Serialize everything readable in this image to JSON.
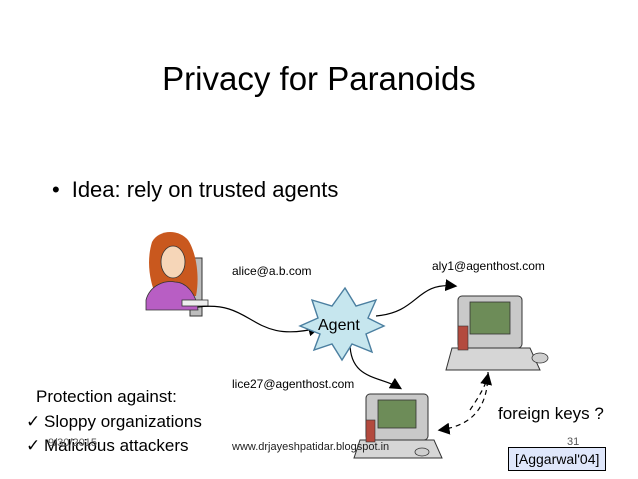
{
  "slide": {
    "title": "Privacy for Paranoids",
    "bullet": "Idea: rely on trusted agents",
    "bullet_marker": "•"
  },
  "diagram": {
    "agent": "Agent",
    "alice_email": "alice@a.b.com",
    "agent_email_top": "aly1@agenthost.com",
    "agent_email_bottom": "lice27@agenthost.com",
    "foreign_keys": "foreign keys ?"
  },
  "protection": {
    "heading": "Protection against:",
    "check_mark": "✓",
    "items": [
      "Sloppy organizations",
      "Malicious attackers"
    ]
  },
  "footer": {
    "date": "9/30/2015",
    "url": "www.drjayeshpatidar.blogspot.in",
    "page": "31"
  },
  "citation": "[Aggarwal'04]",
  "colors": {
    "agent_star_fill": "#c6e6ee",
    "agent_star_stroke": "#4b7fa0",
    "citation_bg": "#dfe7fb"
  },
  "icons": [
    "person-at-computer-icon",
    "computer-icon",
    "computer-icon"
  ]
}
